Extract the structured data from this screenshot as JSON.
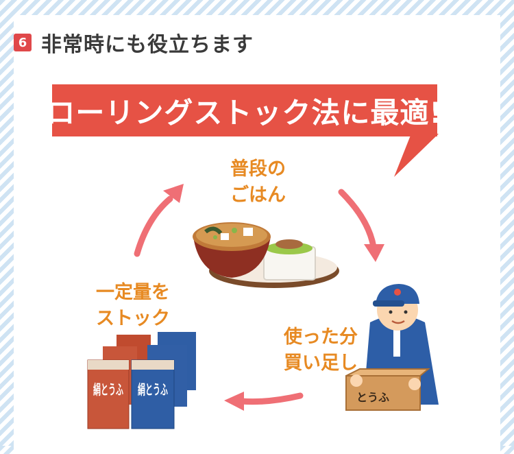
{
  "section": {
    "number": "6",
    "title": "非常時にも役立ちます"
  },
  "banner": {
    "text": "ローリングストック法に最適!"
  },
  "cycle": {
    "step1": {
      "line1": "普段の",
      "line2": "ごはん"
    },
    "step2": {
      "line1": "使った分",
      "line2": "買い足し"
    },
    "step3": {
      "line1": "一定量を",
      "line2": "ストック"
    }
  },
  "product": {
    "package_text": "絹とうふ",
    "box_text": "とうふ"
  },
  "colors": {
    "accent_red": "#e65245",
    "label_orange": "#e78a23",
    "arrow_pink": "#ef6f75",
    "stripe_blue": "#cfe3f3"
  }
}
